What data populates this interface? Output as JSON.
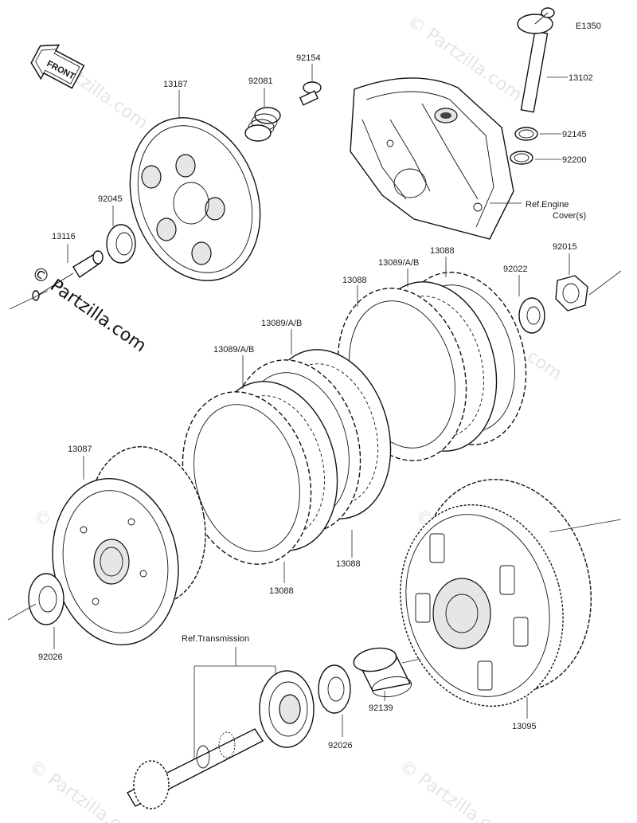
{
  "diagram_code": "E1350",
  "watermark": "© Partzilla.com",
  "front_label": "FRONT",
  "labels": {
    "p13102": "13102",
    "p92145": "92145",
    "p92200": "92200",
    "ref_engine_1": "Ref.Engine",
    "ref_engine_2": "Cover(s)",
    "p92154": "92154",
    "p92081": "92081",
    "p13187": "13187",
    "p92045": "92045",
    "p13116": "13116",
    "p92015": "92015",
    "p92022": "92022",
    "p13088_a": "13088",
    "p13089_a": "13089/A/B",
    "p13088_b": "13088",
    "p13089_b": "13089/A/B",
    "p13089_c": "13089/A/B",
    "p13087": "13087",
    "p13088_c": "13088",
    "p13088_d": "13088",
    "p92026_a": "92026",
    "ref_transmission": "Ref.Transmission",
    "p92139": "92139",
    "p92026_b": "92026",
    "p13095": "13095"
  }
}
